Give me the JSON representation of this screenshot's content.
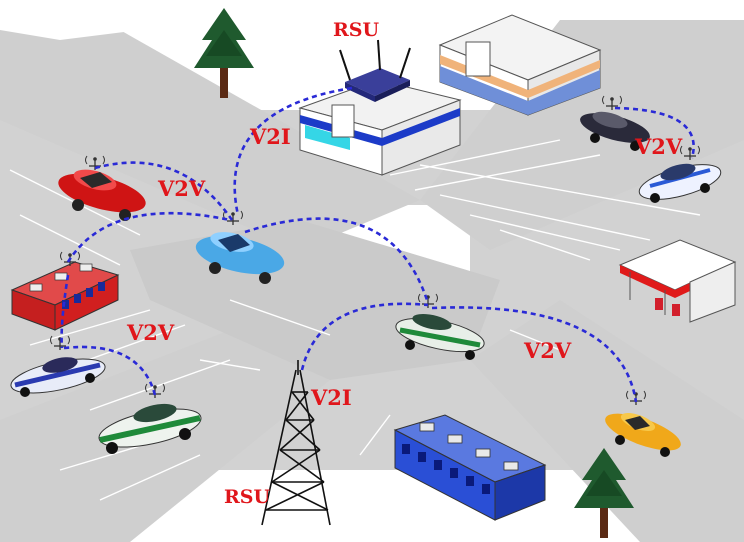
{
  "labels": {
    "rsu_top": "RSU",
    "rsu_bottom": "RSU",
    "v2i_top": "V2I",
    "v2i_bottom": "V2I",
    "v2v_red_car": "V2V",
    "v2v_top_right": "V2V",
    "v2v_left": "V2V",
    "v2v_right": "V2V"
  },
  "colors": {
    "link": "#2a2ad6",
    "label": "#e0161b",
    "road": "#cfcfcf",
    "tree": "#1f5a2e"
  },
  "icons": [
    "router-icon",
    "cell-tower-icon",
    "tree-icon",
    "building-icon",
    "gas-station-icon",
    "car-icon",
    "bus-icon",
    "antenna-icon"
  ]
}
